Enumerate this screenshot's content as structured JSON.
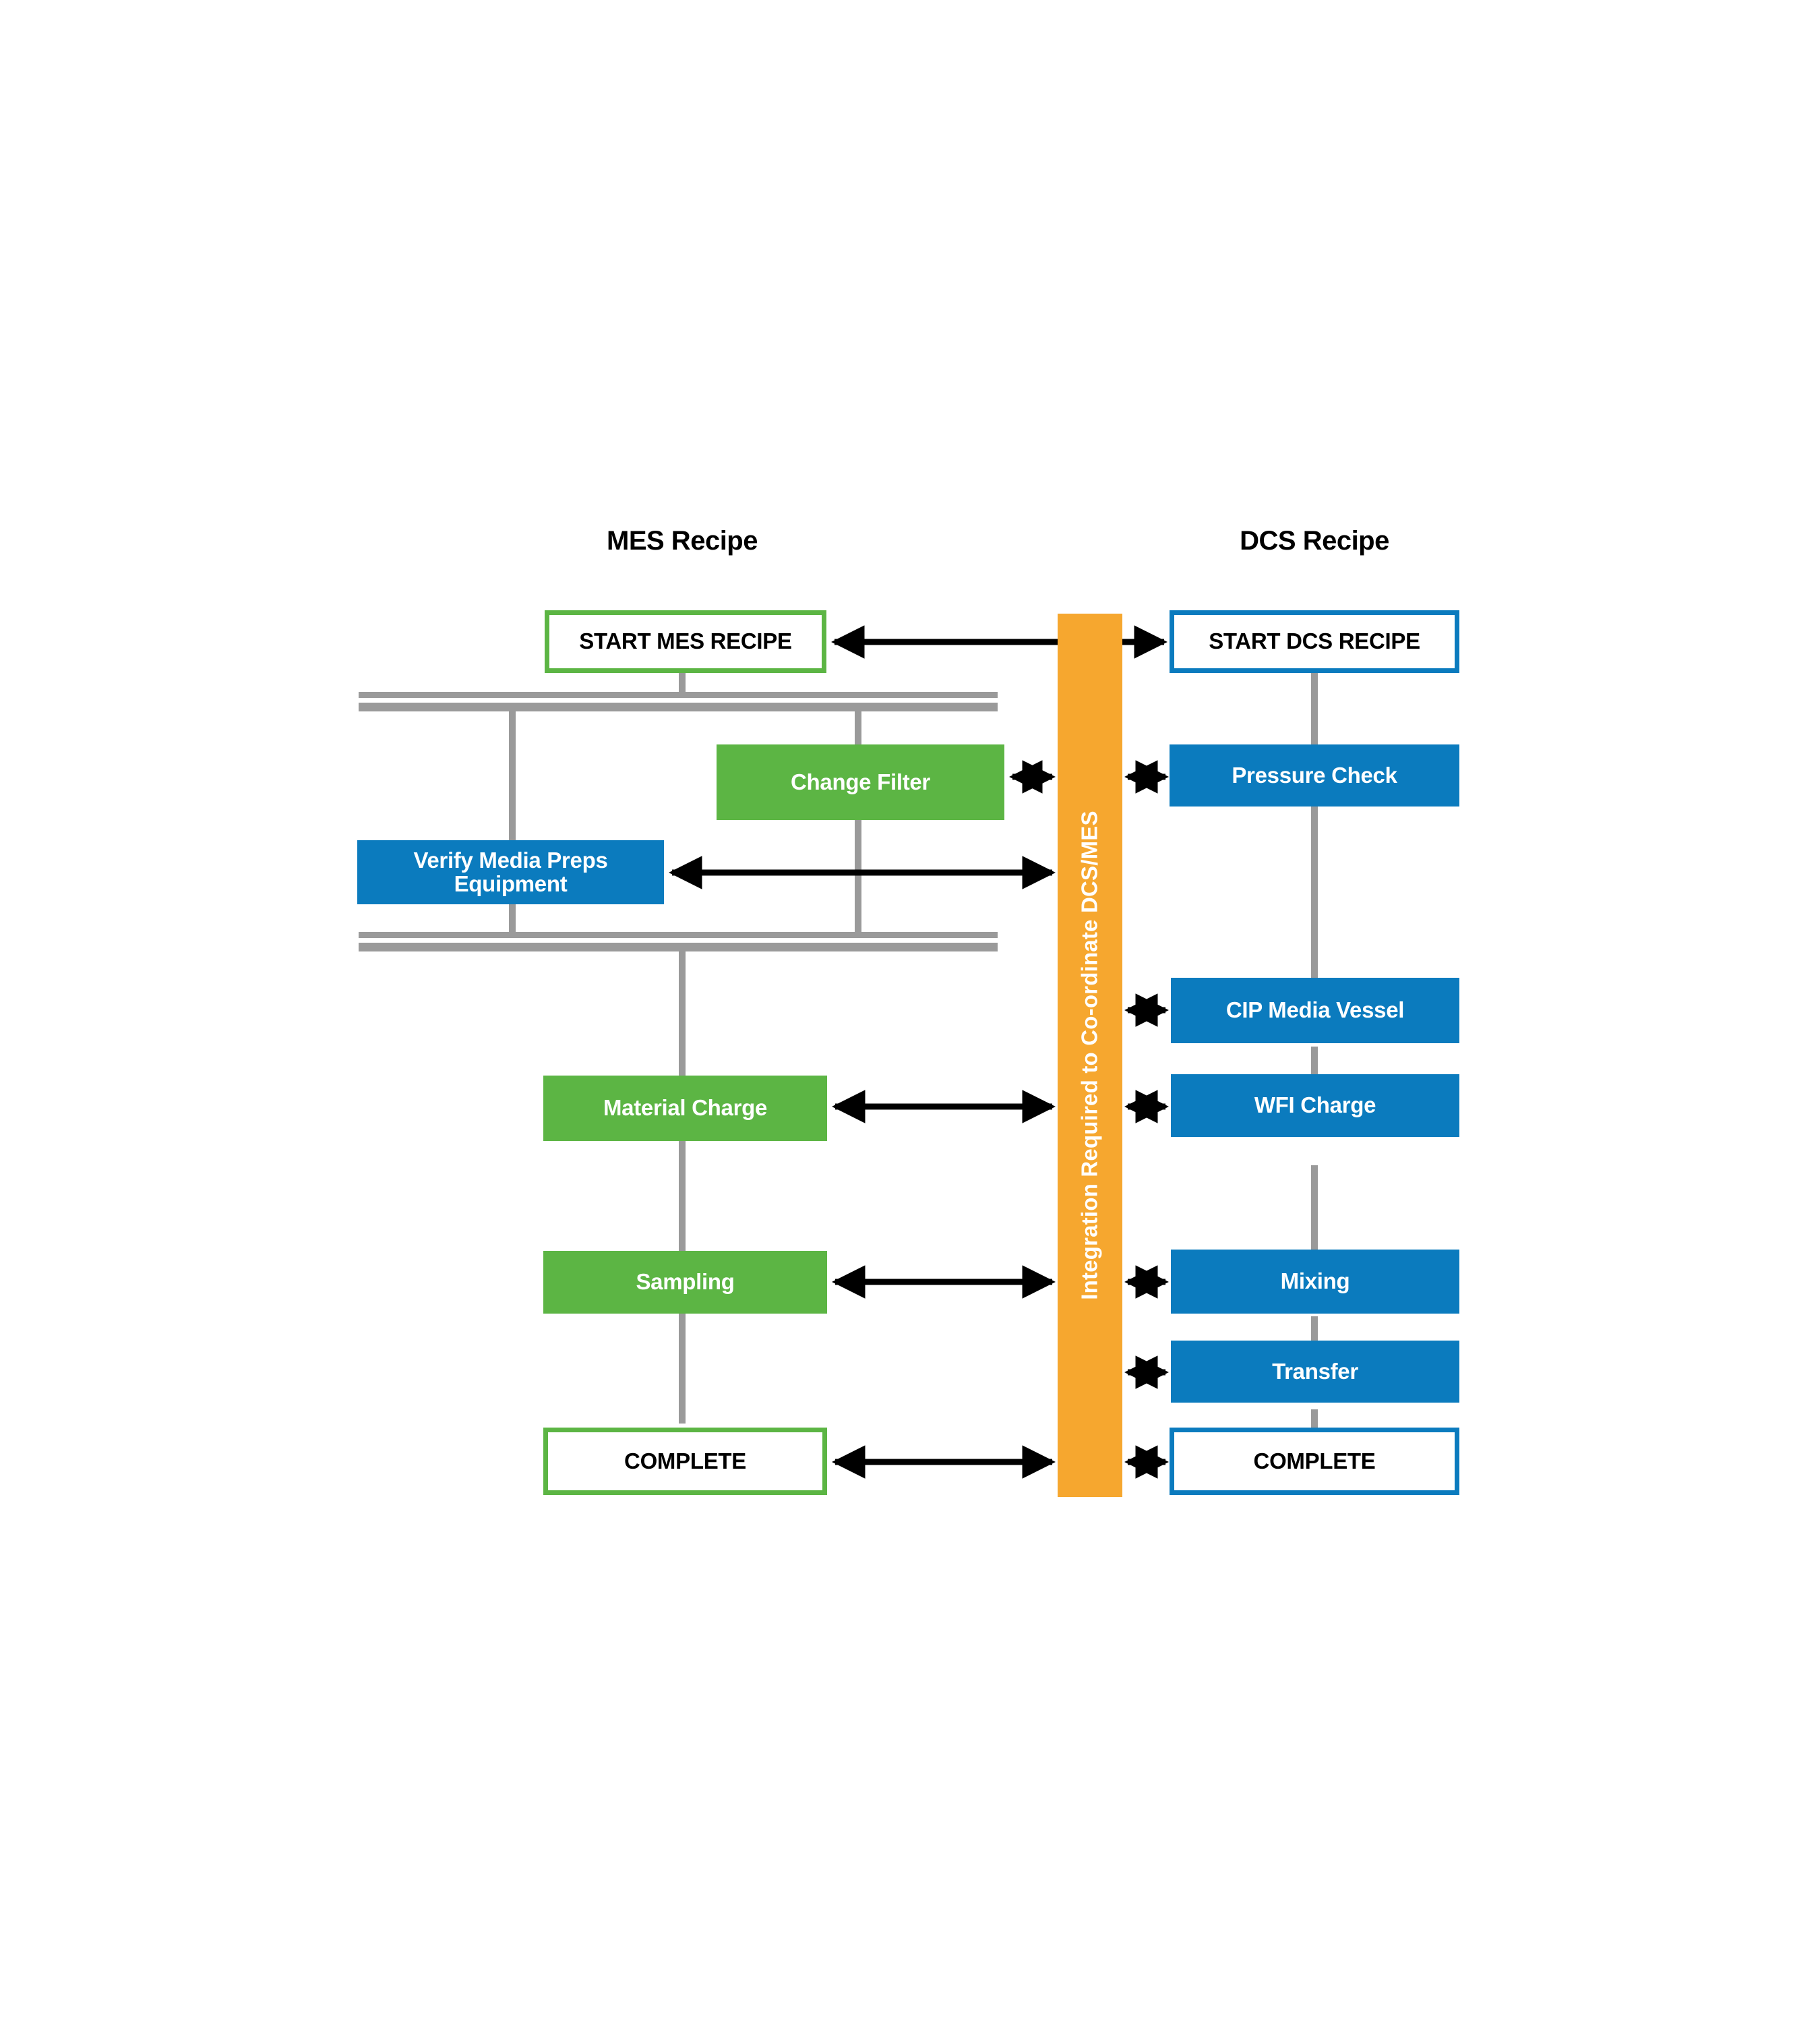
{
  "diagram": {
    "title_left": "MES Recipe",
    "title_right": "DCS Recipe",
    "integration_bar_label": "Integration Required to Co-ordinate DCS/MES",
    "colors": {
      "green_fill": "#5CB544",
      "blue_fill": "#0B7BBE",
      "orange_fill": "#F6A72F",
      "connector_gray": "#9A9A9A",
      "arrow_black": "#000000",
      "white": "#FFFFFF",
      "text_black": "#000000"
    },
    "mes_nodes": [
      {
        "id": "start-mes-recipe",
        "label": "START MES RECIPE",
        "style": "outline-green"
      },
      {
        "id": "change-filter",
        "label": "Change Filter",
        "style": "filled-green"
      },
      {
        "id": "verify-media-preps-equipment",
        "label": "Verify Media Preps Equipment",
        "style": "filled-blue"
      },
      {
        "id": "material-charge",
        "label": "Material Charge",
        "style": "filled-green"
      },
      {
        "id": "sampling",
        "label": "Sampling",
        "style": "filled-green"
      },
      {
        "id": "mes-complete",
        "label": "COMPLETE",
        "style": "outline-green"
      }
    ],
    "dcs_nodes": [
      {
        "id": "start-dcs-recipe",
        "label": "START DCS RECIPE",
        "style": "outline-blue"
      },
      {
        "id": "pressure-check",
        "label": "Pressure Check",
        "style": "filled-blue"
      },
      {
        "id": "cip-media-vessel",
        "label": "CIP Media Vessel",
        "style": "filled-blue"
      },
      {
        "id": "wfi-charge",
        "label": "WFI Charge",
        "style": "filled-blue"
      },
      {
        "id": "mixing",
        "label": "Mixing",
        "style": "filled-blue"
      },
      {
        "id": "transfer",
        "label": "Transfer",
        "style": "filled-blue"
      },
      {
        "id": "dcs-complete",
        "label": "COMPLETE",
        "style": "outline-blue"
      }
    ]
  }
}
